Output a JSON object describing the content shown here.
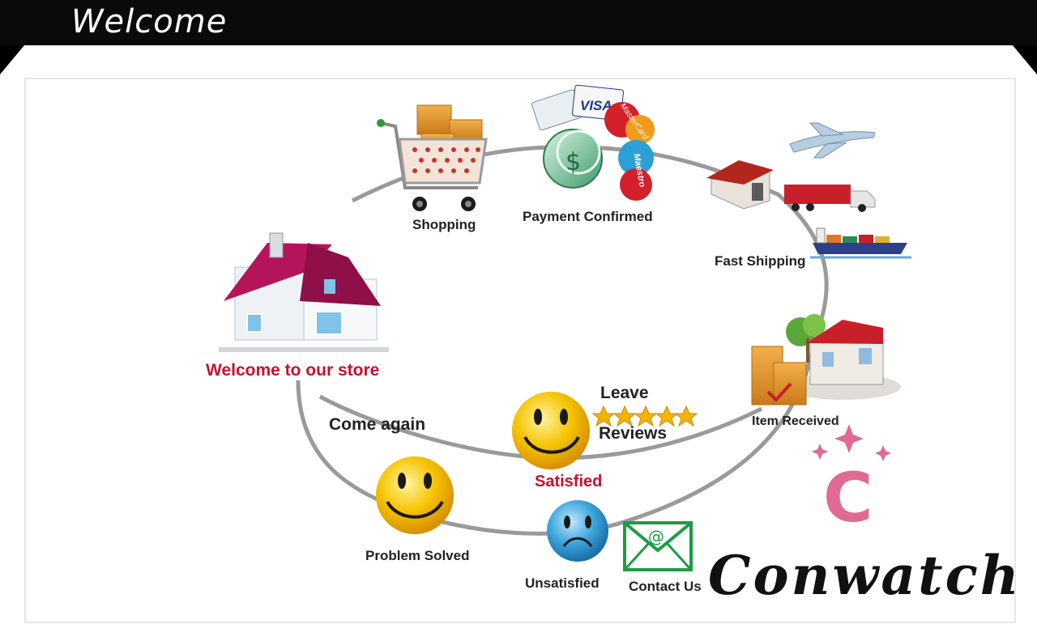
{
  "banner": {
    "title": "Welcome"
  },
  "flow": {
    "welcome": "Welcome to our store",
    "shopping": "Shopping",
    "payment": "Payment Confirmed",
    "card_visa": "VISA",
    "card_mastercard": "MasterCard",
    "card_maestro": "Maestro",
    "shipping": "Fast Shipping",
    "received": "Item Received",
    "leave": "Leave",
    "reviews": "Reviews",
    "satisfied": "Satisfied",
    "come_again": "Come again",
    "problem_solved": "Problem Solved",
    "unsatisfied": "Unsatisfied",
    "contact": "Contact Us",
    "rating_stars": 5
  },
  "brand": {
    "initial": "C",
    "name": "Conwatch",
    "color": "#e06a93"
  },
  "colors": {
    "label_red": "#c8102e",
    "path_gray": "#9a9a9a",
    "smiley_yellow": "#f5c400",
    "sad_blue": "#3ea6dc",
    "roof": "#b4145a",
    "envelope": "#1e9b45"
  }
}
